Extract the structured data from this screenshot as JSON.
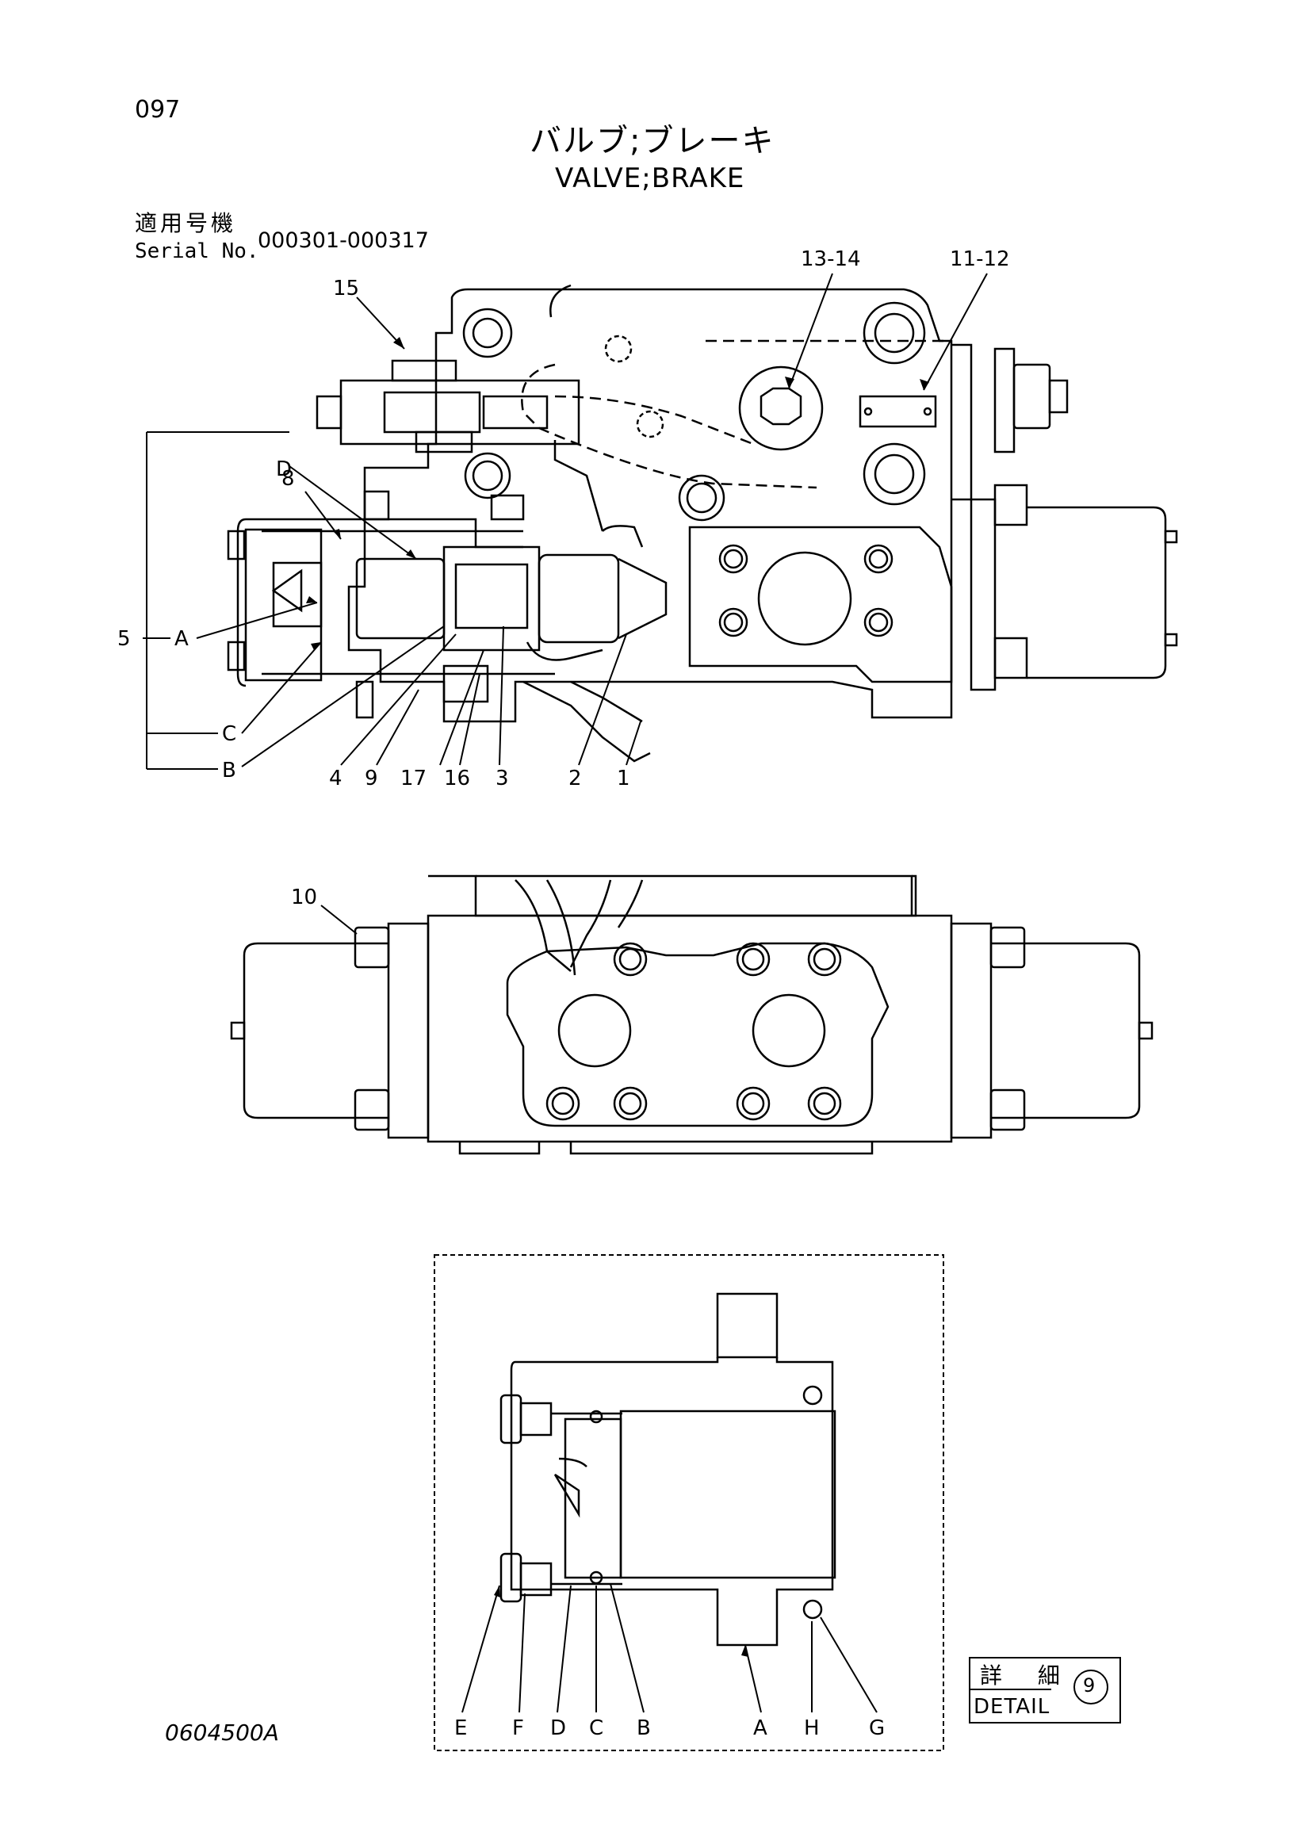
{
  "header": {
    "page_number": "097",
    "title_jp": "バルブ;ブレーキ",
    "title_en": "VALVE;BRAKE",
    "serial_label_jp": "適用号機",
    "serial_label_en": "Serial No.",
    "serial_value": "000301-000317"
  },
  "top_view": {
    "callouts": [
      "13-14",
      "11-12",
      "15",
      "D",
      "8",
      "A",
      "5",
      "C",
      "B",
      "4",
      "9",
      "17",
      "16",
      "3",
      "2",
      "1"
    ]
  },
  "middle_view": {
    "callouts": [
      "10"
    ]
  },
  "detail_view": {
    "callouts": [
      "E",
      "F",
      "D",
      "C",
      "B",
      "A",
      "H",
      "G"
    ]
  },
  "footer": {
    "drawing_code": "0604500A",
    "detail_label_jp": "詳 細",
    "detail_label_en": "DETAIL",
    "detail_number": "9"
  }
}
